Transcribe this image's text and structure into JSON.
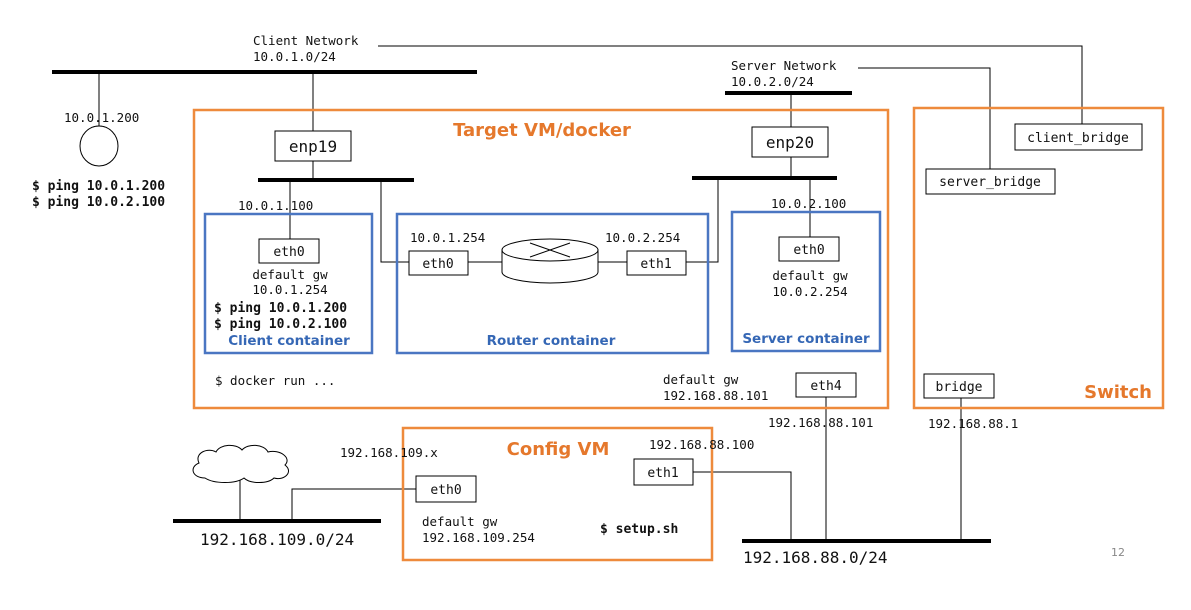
{
  "client_network": {
    "name": "Client Network",
    "subnet": "10.0.1.0/24"
  },
  "server_network": {
    "name": "Server Network",
    "subnet": "10.0.2.0/24"
  },
  "client_host": {
    "ip": "10.0.1.200",
    "cmd1": "$ ping 10.0.1.200",
    "cmd2": "$ ping 10.0.2.100"
  },
  "target_vm": {
    "title": "Target VM/docker",
    "enp19": "enp19",
    "enp20": "enp20",
    "docker_cmd": "$ docker run ...",
    "eth4": "eth4",
    "gw_label": "default gw",
    "gw_ip": "192.168.88.101",
    "eth4_ip": "192.168.88.101"
  },
  "client_container": {
    "title": "Client container",
    "ip": "10.0.1.100",
    "eth0": "eth0",
    "gw_label": "default gw",
    "gw_ip": "10.0.1.254",
    "cmd1": "$ ping 10.0.1.200",
    "cmd2": "$ ping 10.0.2.100"
  },
  "router_container": {
    "title": "Router container",
    "left_ip": "10.0.1.254",
    "right_ip": "10.0.2.254",
    "eth0": "eth0",
    "eth1": "eth1"
  },
  "server_container": {
    "title": "Server container",
    "ip": "10.0.2.100",
    "eth0": "eth0",
    "gw_label": "default gw",
    "gw_ip": "10.0.2.254"
  },
  "switch": {
    "title": "Switch",
    "client_bridge": "client_bridge",
    "server_bridge": "server_bridge",
    "bridge": "bridge",
    "bridge_ip": "192.168.88.1"
  },
  "config_vm": {
    "title": "Config VM",
    "eth0": "eth0",
    "eth1": "eth1",
    "eth0_ip": "192.168.109.x",
    "eth1_ip": "192.168.88.100",
    "gw_label": "default gw",
    "gw_ip": "192.168.109.254",
    "cmd": "$ setup.sh"
  },
  "networks": {
    "external": "192.168.109.0/24",
    "management": "192.168.88.0/24"
  },
  "page_number": "12",
  "colors": {
    "orange": "#ee8a3c",
    "blue": "#4a76c2",
    "orange_text": "#e5782c",
    "blue_text": "#3567b5"
  }
}
